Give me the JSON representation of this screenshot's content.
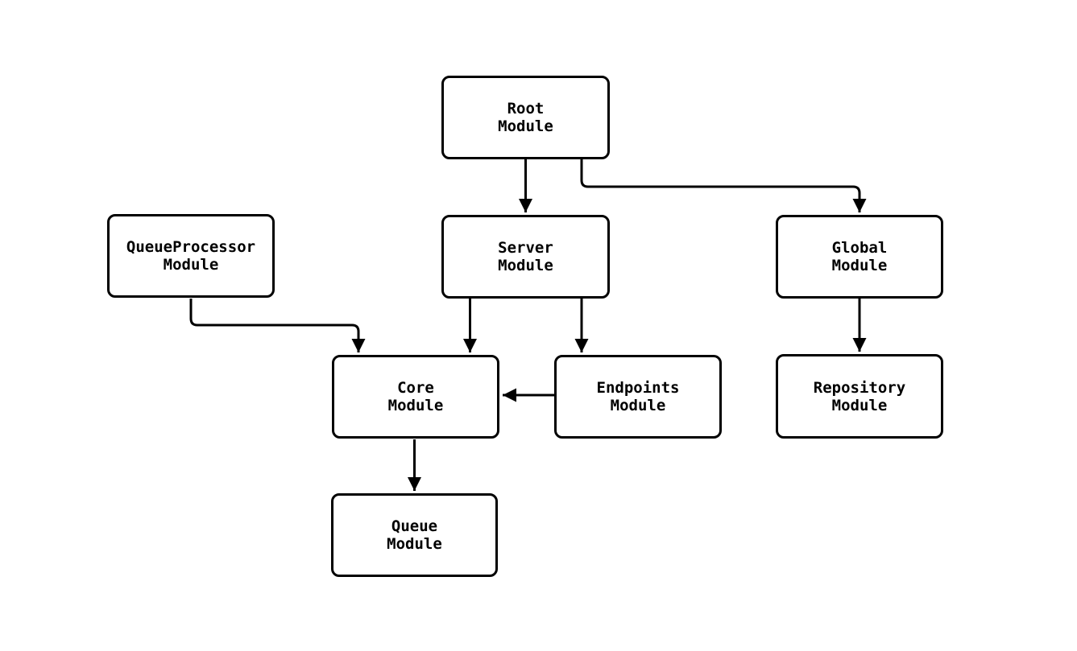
{
  "diagram": {
    "background_color": "#ffffff",
    "stroke_color": "#000000",
    "node_fill_color": "#ffffff",
    "nodes": {
      "root": {
        "line1": "Root",
        "line2": "Module"
      },
      "queueprocessor": {
        "line1": "QueueProcessor",
        "line2": "Module"
      },
      "server": {
        "line1": "Server",
        "line2": "Module"
      },
      "global": {
        "line1": "Global",
        "line2": "Module"
      },
      "core": {
        "line1": "Core",
        "line2": "Module"
      },
      "endpoints": {
        "line1": "Endpoints",
        "line2": "Module"
      },
      "repository": {
        "line1": "Repository",
        "line2": "Module"
      },
      "queue": {
        "line1": "Queue",
        "line2": "Module"
      }
    },
    "edges": [
      {
        "from": "Root Module",
        "to": "Server Module"
      },
      {
        "from": "Root Module",
        "to": "Global Module"
      },
      {
        "from": "QueueProcessor Module",
        "to": "Core Module"
      },
      {
        "from": "Server Module",
        "to": "Core Module"
      },
      {
        "from": "Server Module",
        "to": "Endpoints Module"
      },
      {
        "from": "Endpoints Module",
        "to": "Core Module"
      },
      {
        "from": "Global Module",
        "to": "Repository Module"
      },
      {
        "from": "Core Module",
        "to": "Queue Module"
      }
    ]
  }
}
